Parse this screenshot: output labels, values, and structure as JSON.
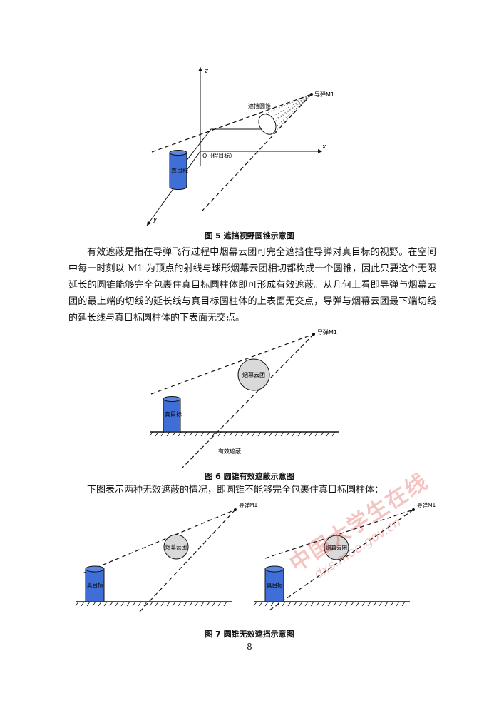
{
  "figure5": {
    "axis_z": "z",
    "axis_x": "x",
    "axis_y": "y",
    "missile_label": "导弹M1",
    "cone_label": "遮挡圆锥",
    "origin_label": "O（假目标）",
    "target_label": "真目标",
    "caption": "图  5  遮挡视野圆锥示意图"
  },
  "paragraph1": {
    "text": "有效遮蔽是指在导弹飞行过程中烟幕云团可完全遮挡住导弹对真目标的视野。在空间中每一时刻以 M1 为顶点的射线与球形烟幕云团相切都构成一个圆锥，因此只要这个无限延长的圆锥能够完全包裹住真目标圆柱体即可形成有效遮蔽。从几何上看即导弹与烟幕云团的最上端的切线的延长线与真目标圆柱体的上表面无交点，导弹与烟幕云团最下端切线的延长线与真目标圆柱体的下表面无交点。"
  },
  "figure6": {
    "missile_label": "导弹M1",
    "cloud_label": "烟幕云团",
    "target_label": "真目标",
    "effect_label": "有效遮蔽",
    "caption": "图  6  圆锥有效遮蔽示意图"
  },
  "paragraph2": {
    "text": "下图表示两种无效遮蔽的情况，即圆锥不能够完全包裹住真目标圆柱体："
  },
  "figure7": {
    "left": {
      "missile_label": "导弹M1",
      "cloud_label": "烟幕云团",
      "target_label": "真目标"
    },
    "right": {
      "missile_label": "导弹M1",
      "cloud_label": "烟幕云团",
      "target_label": "真目标"
    },
    "caption": "图  7  圆锥无效遮挡示意图"
  },
  "page_number": "8",
  "watermark": {
    "main": "中国大学生在线",
    "sub": "dxs.moe.gov.cn"
  },
  "colors": {
    "target_blue": "#3f6fd6",
    "cloud_gray": "#d9d9d9",
    "watermark_red": "#d9302b"
  }
}
